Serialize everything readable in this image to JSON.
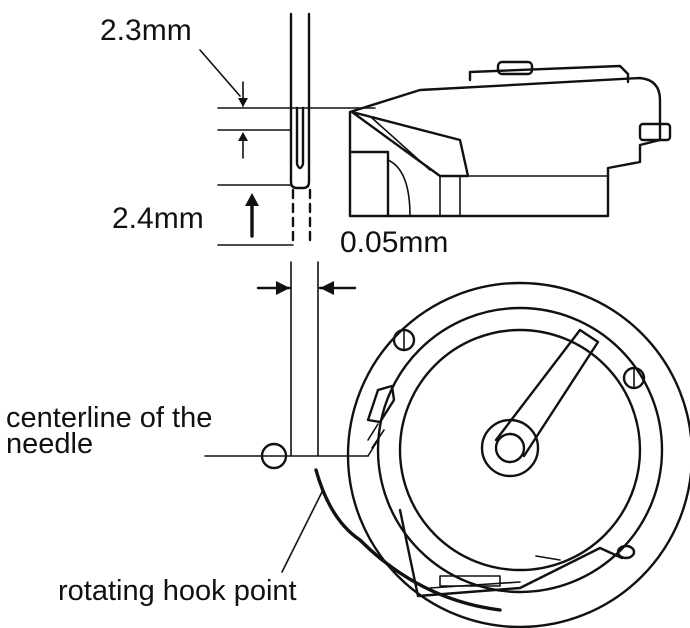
{
  "labels": {
    "dim_top": "2.3mm",
    "dim_bottom": "2.4mm",
    "dim_gap": "0.05mm",
    "centerline_line1": "centerline of the",
    "centerline_line2": "needle",
    "hook_point": "rotating hook point"
  },
  "colors": {
    "ink": "#111111",
    "background": "#ffffff"
  }
}
